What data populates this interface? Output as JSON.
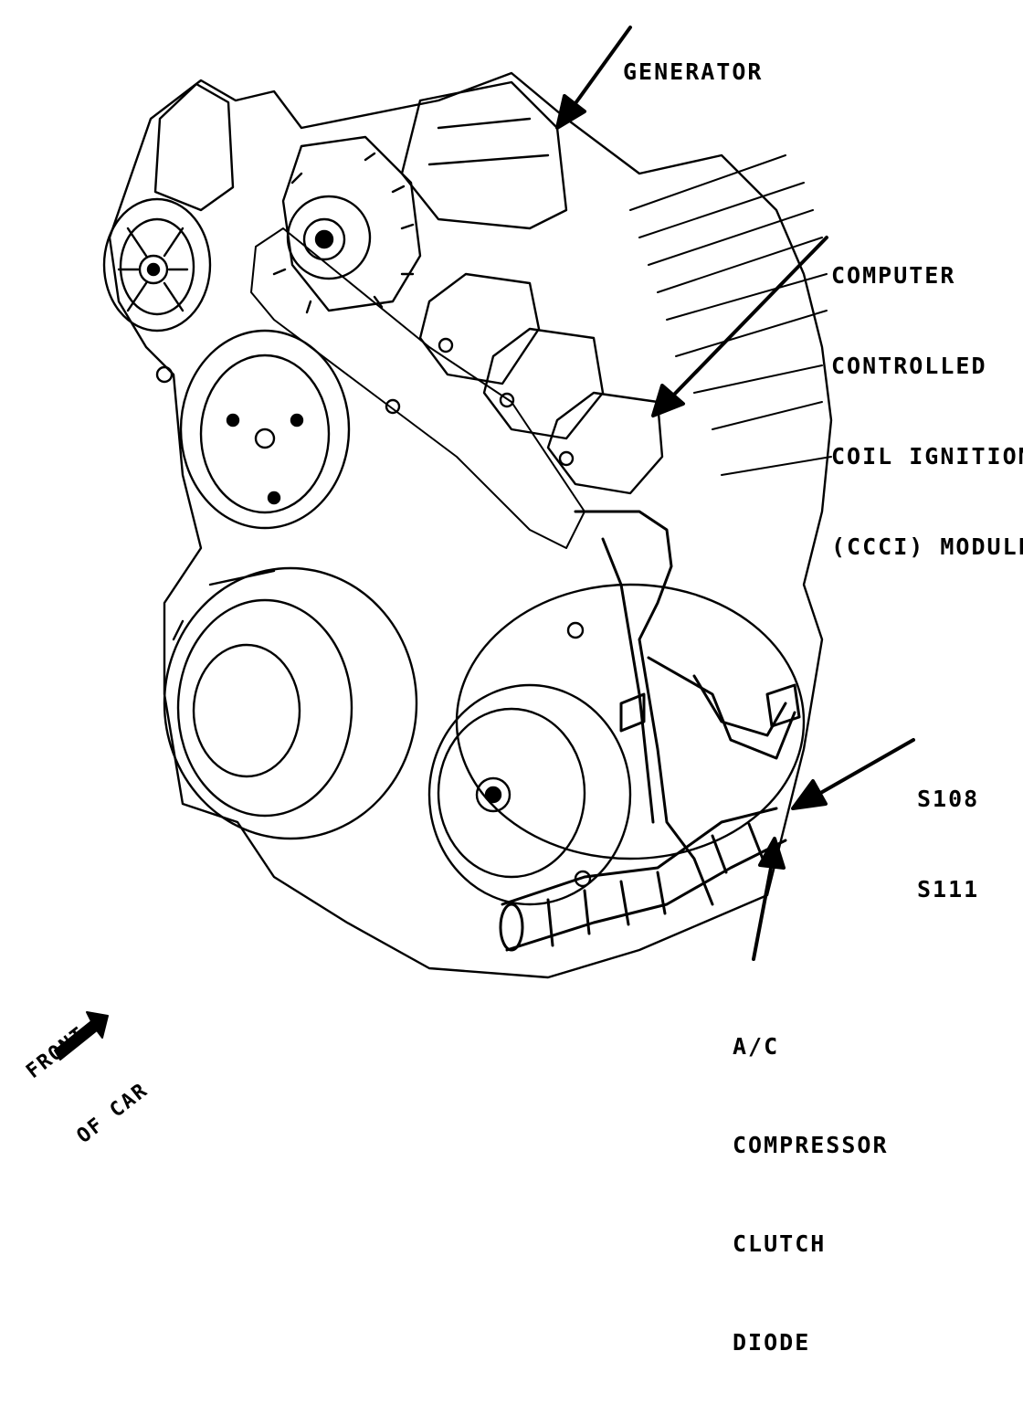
{
  "diagram": {
    "labels": {
      "generator": "GENERATOR",
      "ccci_module": [
        "COMPUTER",
        "CONTROLLED",
        "COIL IGNITION",
        "(CCCI) MODULE"
      ],
      "splices": [
        "S108",
        "S111"
      ],
      "ac_diode": [
        "A/C",
        "COMPRESSOR",
        "CLUTCH",
        "DIODE"
      ],
      "front_of_car": [
        "FRONT",
        "OF CAR"
      ]
    },
    "colors": {
      "ink": "#000000",
      "paper": "#ffffff"
    }
  }
}
